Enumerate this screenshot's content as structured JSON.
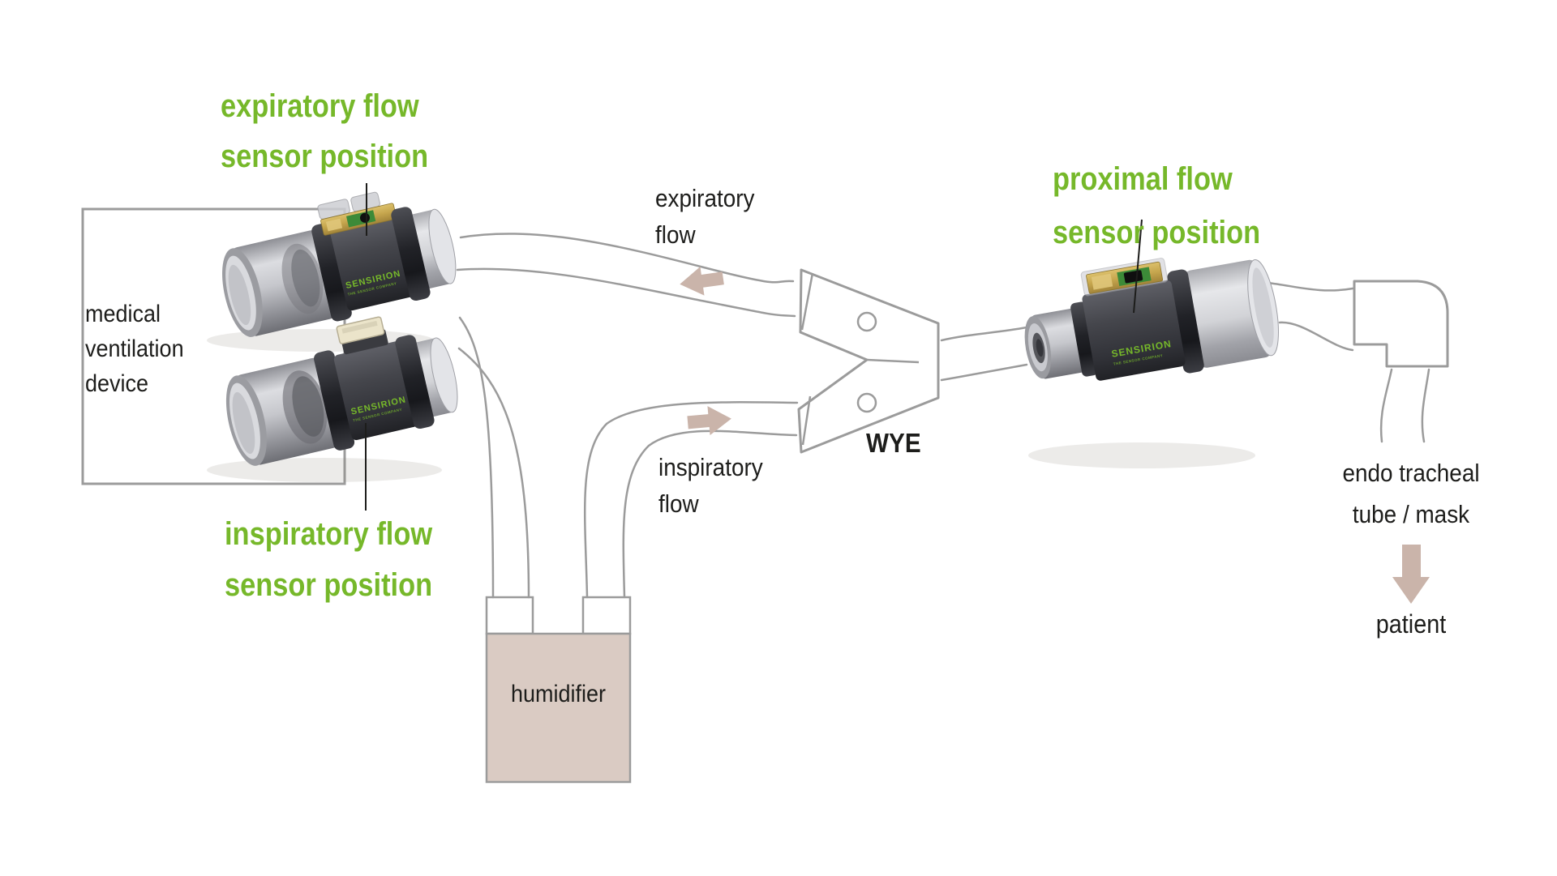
{
  "diagram": {
    "title_hint": "medical ventilation flow sensor positions schematic",
    "labels": {
      "expiratory_sensor_position": [
        "expiratory flow",
        "sensor position"
      ],
      "inspiratory_sensor_position": [
        "inspiratory flow",
        "sensor position"
      ],
      "proximal_sensor_position": [
        "proximal flow",
        "sensor position"
      ],
      "medical_ventilation_device": [
        "medical",
        "ventilation",
        "device"
      ],
      "expiratory_flow": [
        "expiratory",
        "flow"
      ],
      "inspiratory_flow": [
        "inspiratory",
        "flow"
      ],
      "wye": "WYE",
      "humidifier": "humidifier",
      "endo_tracheal": [
        "endo tracheal",
        "tube / mask"
      ],
      "patient": "patient"
    },
    "sensor_brand": {
      "name": "SENSIRION",
      "tagline": "THE SENSOR COMPANY"
    },
    "colors": {
      "label_green": "#76b82a",
      "line_gray": "#9b9b9b",
      "arrow_tan": "#cab4aa",
      "humidifier_fill": "#dacbc3",
      "text_black": "#1d1d1b"
    }
  }
}
